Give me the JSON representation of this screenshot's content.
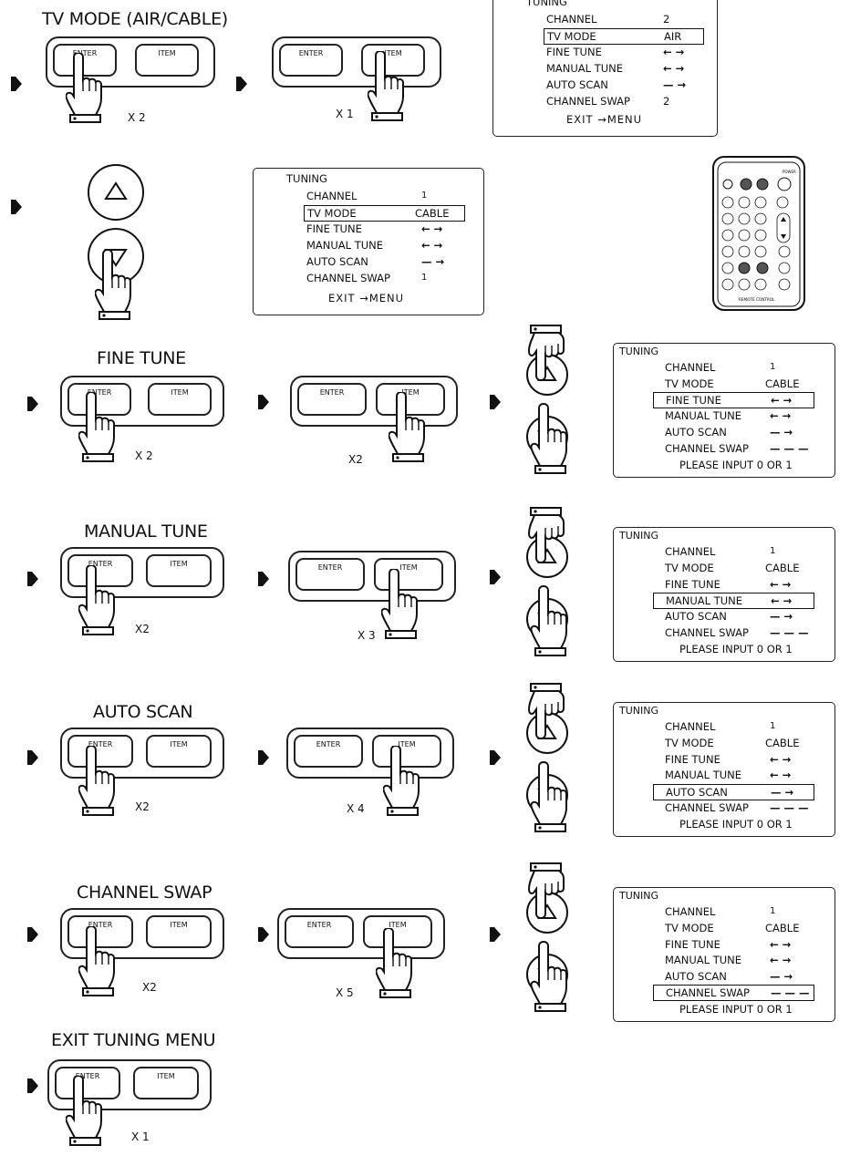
{
  "sections": {
    "tv_mode": {
      "title": "TV MODE (AIR/CABLE)"
    },
    "fine_tune": {
      "title": "FINE TUNE"
    },
    "manual_tune": {
      "title": "MANUAL TUNE"
    },
    "auto_scan": {
      "title": "AUTO SCAN"
    },
    "channel_swap": {
      "title": "CHANNEL SWAP"
    },
    "exit_tuning": {
      "title": "EXIT TUNING MENU"
    }
  },
  "buttons": {
    "enter": "ENTER",
    "item": "ITEM"
  },
  "counts": {
    "tv_enter": "X 2",
    "tv_item": "X 1",
    "fine_enter": "X 2",
    "fine_item": "X2",
    "manual_enter": "X2",
    "manual_item": "X 3",
    "auto_enter": "X2",
    "auto_item": "X 4",
    "swap_enter": "X2",
    "swap_item": "X 5",
    "exit_enter": "X 1"
  },
  "menu_labels": {
    "header": "TUNING",
    "channel": "CHANNEL",
    "tv_mode": "TV MODE",
    "fine_tune": "FINE TUNE",
    "manual_tune": "MANUAL TUNE",
    "auto_scan": "AUTO SCAN",
    "channel_swap": "CHANNEL SWAP",
    "exit_footer": "EXIT →MENU",
    "input_footer": "PLEASE INPUT 0 OR 1"
  },
  "menus": {
    "air": {
      "channel": "2",
      "tv_mode": "AIR",
      "channel_swap": "2"
    },
    "cable": {
      "channel": "1",
      "tv_mode": "CABLE",
      "channel_swap": "1"
    },
    "tune": {
      "channel": "1",
      "tv_mode": "CABLE",
      "channel_swap": "— — —"
    }
  },
  "arrows": {
    "both": "← →",
    "right": "— →"
  },
  "remote": {
    "power_label": "POWER",
    "caption": "REMOTE CONTROL"
  }
}
